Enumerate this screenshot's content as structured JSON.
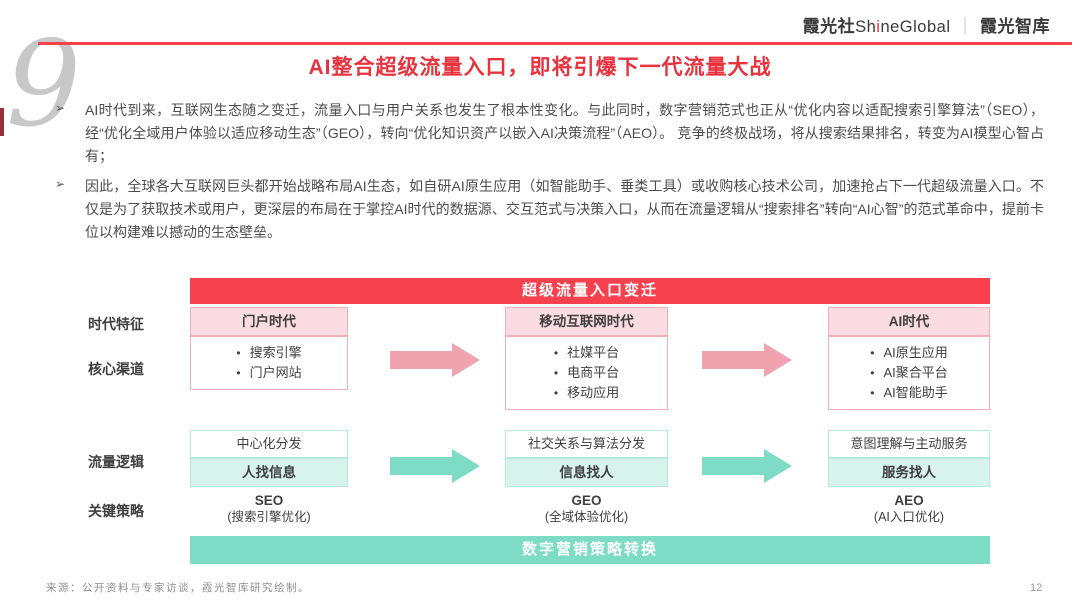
{
  "header": {
    "logo_cn1": "霞光社",
    "logo_en_pre": "Sh",
    "logo_en_i": "i",
    "logo_en_post": "neGlobal",
    "logo_sep": "｜",
    "logo_cn2": "霞光智库"
  },
  "slide": {
    "number": "9",
    "title": "AI整合超级流量入口，即将引爆下一代流量大战",
    "bullet_marker": "➢",
    "bullets": [
      "AI时代到来，互联网生态随之变迁，流量入口与用户关系也发生了根本性变化。与此同时，数字营销范式也正从“优化内容以适配搜索引擎算法”（SEO），经“优化全域用户体验以适应移动生态”（GEO），转向“优化知识资产以嵌入AI决策流程”（AEO）。 竞争的终极战场，将从搜索结果排名，转变为AI模型心智占有；",
      "因此，全球各大互联网巨头都开始战略布局AI生态，如自研AI原生应用（如智能助手、垂类工具）或收购核心技术公司，加速抢占下一代超级流量入口。不仅是为了获取技术或用户，更深层的布局在于掌控AI时代的数据源、交互范式与决策入口，从而在流量逻辑从“搜索排名”转向“AI心智”的范式革命中，提前卡位以构建难以撼动的生态壁垒。"
    ]
  },
  "diagram": {
    "top_banner": "超级流量入口变迁",
    "bottom_banner": "数字营销策略转换",
    "channel_marker": "•",
    "row_labels": {
      "era": "时代特征",
      "channels": "核心渠道",
      "logic": "流量逻辑",
      "strategy": "关键策略"
    },
    "columns": [
      {
        "era": "门户时代",
        "channels": [
          "搜索引擎",
          "门户网站"
        ],
        "logic_top": "中心化分发",
        "logic_bottom": "人找信息",
        "strategy": "SEO",
        "strategy_sub": "(搜索引擎优化)"
      },
      {
        "era": "移动互联网时代",
        "channels": [
          "社媒平台",
          "电商平台",
          "移动应用"
        ],
        "logic_top": "社交关系与算法分发",
        "logic_bottom": "信息找人",
        "strategy": "GEO",
        "strategy_sub": "(全域体验优化)"
      },
      {
        "era": "AI时代",
        "channels": [
          "AI原生应用",
          "AI聚合平台",
          "AI智能助手"
        ],
        "logic_top": "意图理解与主动服务",
        "logic_bottom": "服务找人",
        "strategy": "AEO",
        "strategy_sub": "(AI入口优化)"
      }
    ]
  },
  "footer": {
    "source": "来源：公开资料与专家访谈，霞光智库研究绘制。",
    "page": "12"
  },
  "colors": {
    "accent_red": "#F8414F",
    "title_red": "#E8333E",
    "pink_cell": "#FBDCE2",
    "pink_border": "#F3AEB8",
    "pink_arrow": "#F0A3AE",
    "teal_banner": "#7CDCC6",
    "teal_cell": "#D8F3EC",
    "teal_border": "#B5E9DB",
    "teal_arrow": "#7EDCC6",
    "text_dark": "#3F3F3F",
    "text_body": "#4D4D4D",
    "slide_number_gray": "#C8C8CA"
  }
}
